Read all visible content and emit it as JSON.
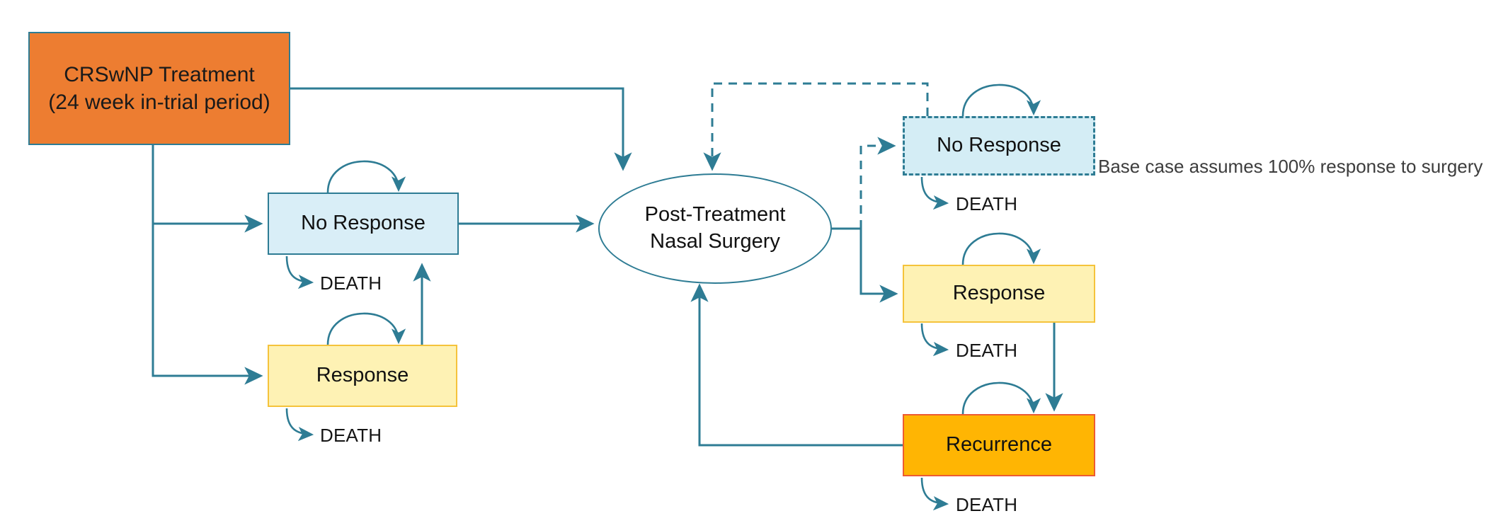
{
  "diagram": {
    "title": "CRSwNP treatment Markov model structure",
    "colors": {
      "orange_fill": "#ED7D31",
      "teal_line": "#2E7C94",
      "lightblue_fill": "#D9EEF7",
      "yellow_fill": "#FEF2B4",
      "yellow_border": "#F5C33B",
      "amber_fill": "#FFB503",
      "amber_border": "#ED5B32",
      "text": "#111111",
      "note_text": "#3d3d3d"
    },
    "nodes": {
      "treatment": {
        "line1": "CRSwNP Treatment",
        "line2": "(24 week in-trial period)"
      },
      "no_response_left": {
        "label": "No Response"
      },
      "response_left": {
        "label": "Response"
      },
      "surgery": {
        "line1": "Post-Treatment",
        "line2": "Nasal Surgery"
      },
      "no_response_right": {
        "label": "No Response"
      },
      "response_right": {
        "label": "Response"
      },
      "recurrence": {
        "label": "Recurrence"
      }
    },
    "death_labels": {
      "no_response_left": "DEATH",
      "response_left": "DEATH",
      "no_response_right": "DEATH",
      "response_right": "DEATH",
      "recurrence": "DEATH"
    },
    "annotations": {
      "surgery_response_note": "Base case assumes 100% response to surgery"
    }
  }
}
